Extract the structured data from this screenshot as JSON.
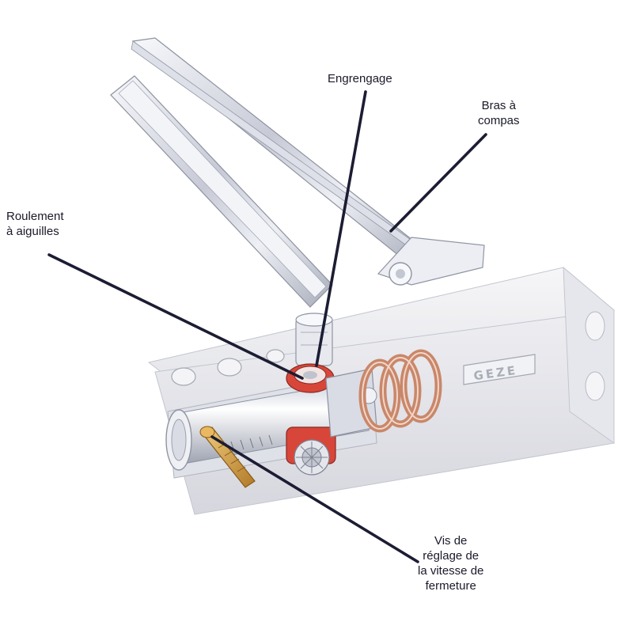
{
  "diagram": {
    "subject": "door-closer-cutaway",
    "brand_plate": "GEZE",
    "colors": {
      "leader_line": "#1c1c33",
      "housing": "#ececef",
      "metal_light": "#f4f5f8",
      "metal_shade": "#a9aebb",
      "bearing_red": "#d8463a",
      "spring_copper": "#c9876a",
      "valve_brass": "#d3a24a"
    },
    "labels": {
      "engrenage": {
        "lines": [
          "Engrengage"
        ]
      },
      "bras_a_compas": {
        "lines": [
          "Bras à",
          "compas"
        ]
      },
      "roulement_a_aiguilles": {
        "lines": [
          "Roulement",
          "à aiguilles"
        ]
      },
      "vis_de_reglage": {
        "lines": [
          "Vis de",
          "réglage de",
          "la vitesse de",
          "fermeture"
        ]
      }
    }
  }
}
